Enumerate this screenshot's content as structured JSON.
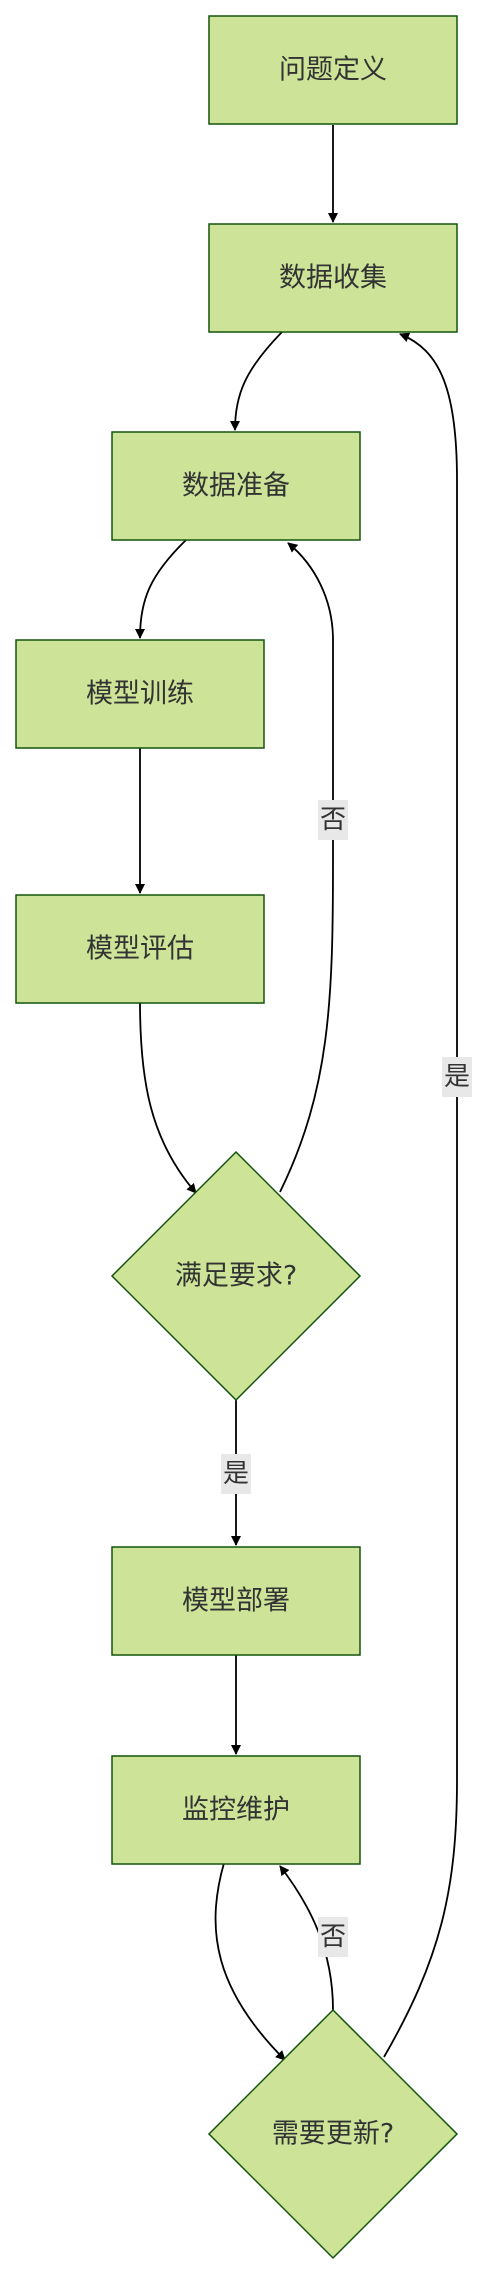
{
  "nodes": {
    "problem_definition": "问题定义",
    "data_collection": "数据收集",
    "data_preparation": "数据准备",
    "model_training": "模型训练",
    "model_evaluation": "模型评估",
    "meets_requirements": "满足要求?",
    "model_deployment": "模型部署",
    "monitoring_maintenance": "监控维护",
    "needs_update": "需要更新?"
  },
  "edge_labels": {
    "requirements_no": "否",
    "requirements_yes": "是",
    "update_no": "否",
    "update_yes": "是"
  },
  "colors": {
    "node_fill": "#cde498",
    "node_stroke": "#13540c",
    "edge": "#000000",
    "label_bg": "#e8e8e8",
    "text": "#333333"
  }
}
